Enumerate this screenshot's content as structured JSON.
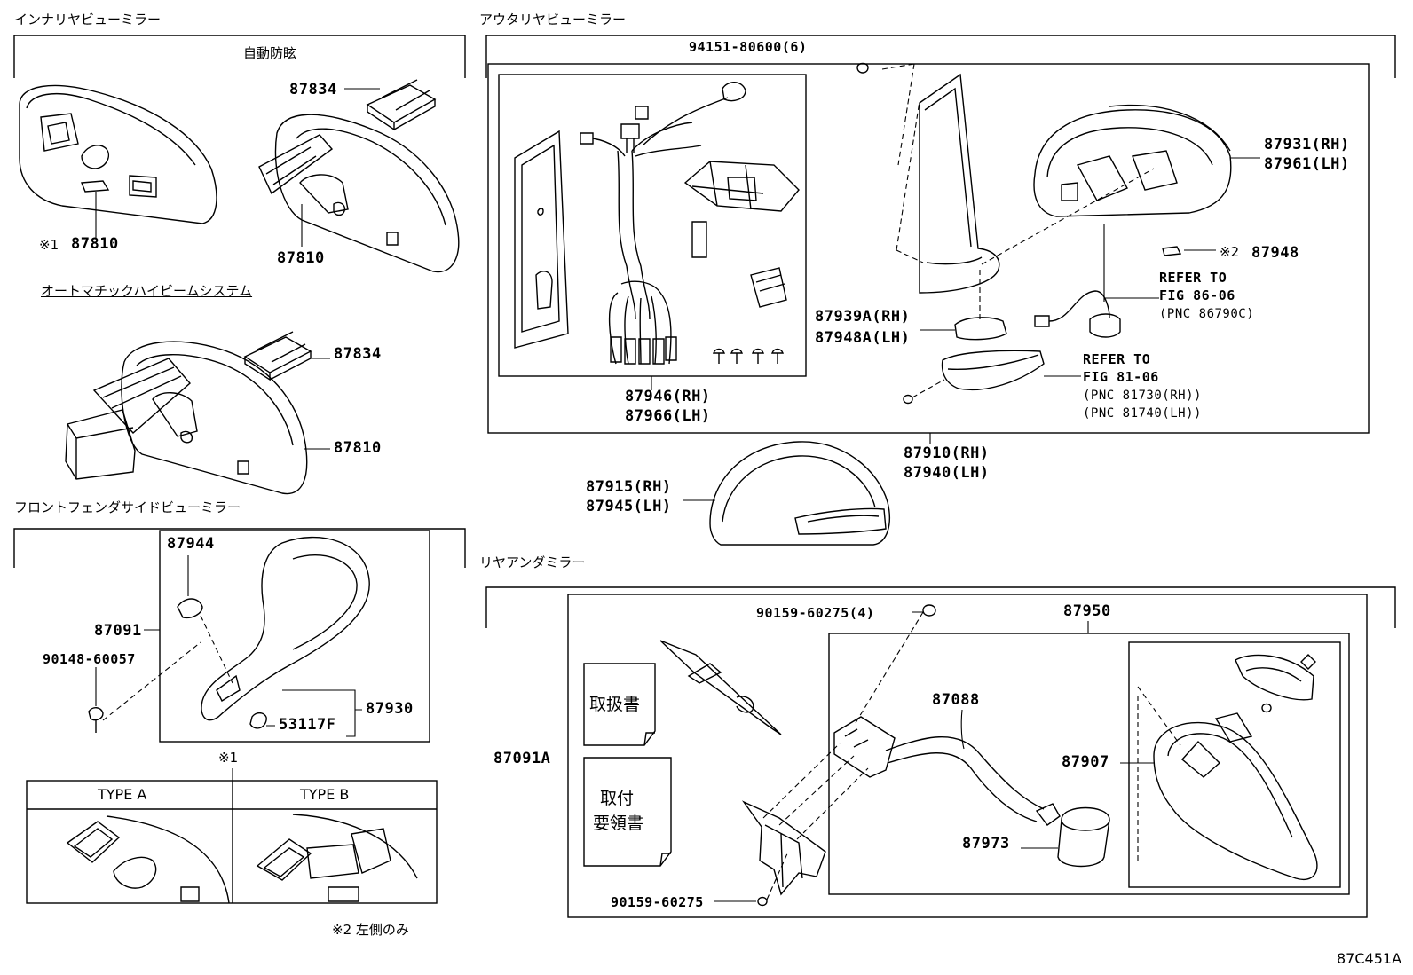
{
  "sections": {
    "inner": "インナリヤビューミラー",
    "inner_sub1": "自動防眩",
    "inner_sub2": "オートマチックハイビームシステム",
    "fender": "フロントフェンダサイドビューミラー",
    "outer": "アウタリヤビューミラー",
    "under": "リヤアンダミラー"
  },
  "labels": {
    "p87834a": "87834",
    "p87810a": "87810",
    "mark1_a": "※1",
    "p87810b": "87810",
    "p87834b": "87834",
    "p87810c": "87810",
    "p87944": "87944",
    "p87091": "87091",
    "p90148": "90148-60057",
    "p87930": "87930",
    "p53117F": "53117F",
    "mark1_b": "※1",
    "typeA": "TYPE A",
    "typeB": "TYPE B",
    "note2": "※2 左側のみ",
    "p94151": "94151-80600(6)",
    "p87931": "87931(RH)",
    "p87961": "87961(LH)",
    "mark2": "※2",
    "p87948": "87948",
    "refer1a": "REFER TO",
    "refer1b": "FIG 86-06",
    "refer1c": "(PNC 86790C)",
    "p87939A": "87939A(RH)",
    "p87948A": "87948A(LH)",
    "refer2a": "REFER TO",
    "refer2b": "FIG 81-06",
    "refer2c": "(PNC 81730(RH))",
    "refer2d": "(PNC 81740(LH))",
    "p87946": "87946(RH)",
    "p87966": "87966(LH)",
    "p87910": "87910(RH)",
    "p87940": "87940(LH)",
    "p87915": "87915(RH)",
    "p87945": "87945(LH)",
    "p90159a": "90159-60275(4)",
    "p87950": "87950",
    "p87088": "87088",
    "p87907": "87907",
    "p87973": "87973",
    "p87091A": "87091A",
    "p90159b": "90159-60275",
    "manual1": "取扱書",
    "manual2a": "取付",
    "manual2b": "要領書",
    "code": "87C451A"
  }
}
